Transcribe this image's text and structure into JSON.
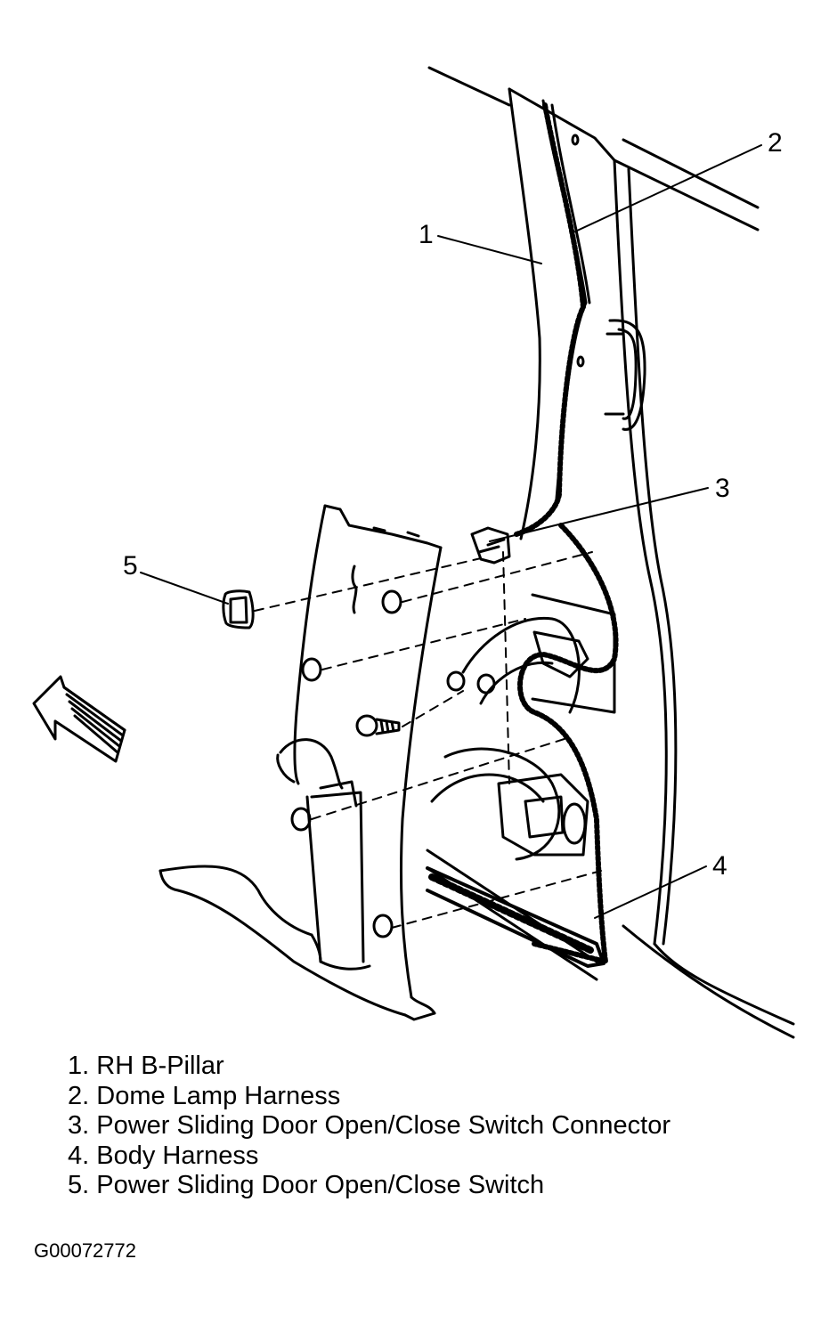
{
  "callouts": {
    "c1": "1",
    "c2": "2",
    "c3": "3",
    "c4": "4",
    "c5": "5"
  },
  "legend": [
    {
      "number": "1.",
      "label": "RH B-Pillar"
    },
    {
      "number": "2.",
      "label": "Dome Lamp Harness"
    },
    {
      "number": "3.",
      "label": "Power Sliding Door Open/Close Switch Connector"
    },
    {
      "number": "4.",
      "label": "Body Harness"
    },
    {
      "number": "5.",
      "label": "Power Sliding Door Open/Close Switch"
    }
  ],
  "figure_code": "G00072772"
}
